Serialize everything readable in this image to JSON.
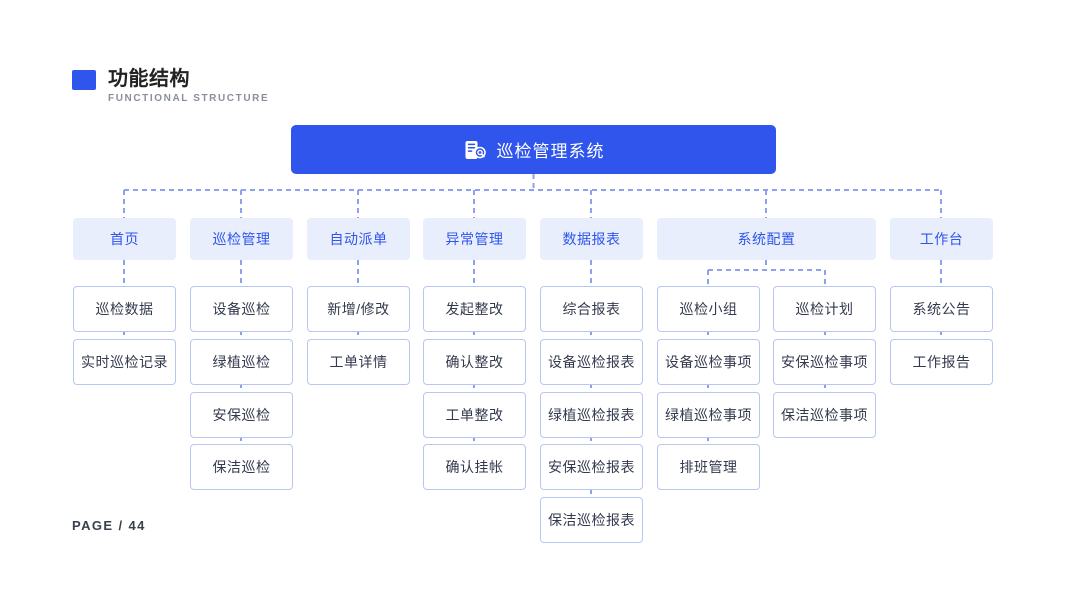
{
  "header": {
    "title": "功能结构",
    "subtitle": "FUNCTIONAL STRUCTURE",
    "accent_color": "#2f55ec"
  },
  "footer": {
    "page_label": "PAGE / 44"
  },
  "root": {
    "label": "巡检管理系统",
    "icon": "inspection-app-icon",
    "bg_color": "#2f55ec",
    "text_color": "#ffffff"
  },
  "columns": [
    {
      "id": "home",
      "label": "首页",
      "children": [
        "巡检数据",
        "实时巡检记录"
      ]
    },
    {
      "id": "inspection-management",
      "label": "巡检管理",
      "children": [
        "设备巡检",
        "绿植巡检",
        "安保巡检",
        "保洁巡检"
      ]
    },
    {
      "id": "auto-dispatch",
      "label": "自动派单",
      "children": [
        "新增/修改",
        "工单详情"
      ]
    },
    {
      "id": "exception-management",
      "label": "异常管理",
      "children": [
        "发起整改",
        "确认整改",
        "工单整改",
        "确认挂帐"
      ]
    },
    {
      "id": "data-reports",
      "label": "数据报表",
      "children": [
        "综合报表",
        "设备巡检报表",
        "绿植巡检报表",
        "安保巡检报表",
        "保洁巡检报表"
      ]
    },
    {
      "id": "system-config",
      "label": "系统配置",
      "children_left": [
        "巡检小组",
        "设备巡检事项",
        "绿植巡检事项",
        "排班管理"
      ],
      "children_right": [
        "巡检计划",
        "安保巡检事项",
        "保洁巡检事项"
      ]
    },
    {
      "id": "workbench",
      "label": "工作台",
      "children": [
        "系统公告",
        "工作报告"
      ]
    }
  ],
  "style": {
    "level1_bg": "#e9eefc",
    "level1_text": "#2f55ec",
    "level2_border": "#b9c6f2",
    "level2_text": "#333a4d",
    "connector_color": "#8da2ef"
  }
}
